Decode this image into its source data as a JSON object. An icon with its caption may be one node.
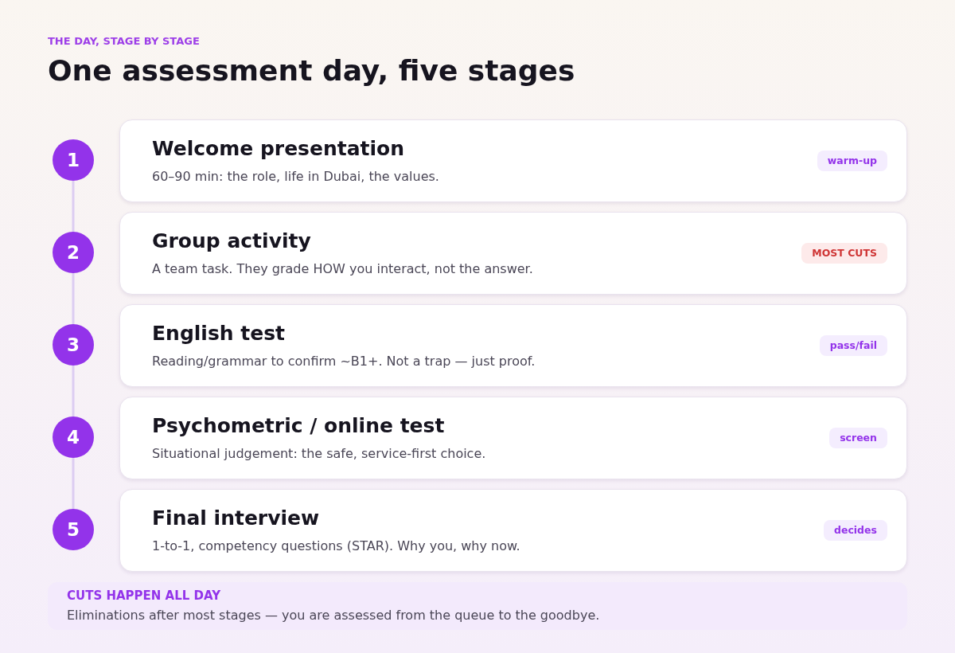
{
  "diagram": {
    "title": "One assessment day, five stages",
    "labels": [
      "THE DAY, STAGE BY STAGE"
    ],
    "nodes": [
      {
        "text": [
          "1"
        ]
      },
      {
        "text": [
          "Welcome presentation",
          "60–90 min: the role, life in Dubai, the values."
        ]
      },
      {
        "text": [
          "warm-up"
        ],
        "in": 1
      },
      {
        "text": [
          "2"
        ]
      },
      {
        "text": [
          "Group activity",
          "A team task. They grade HOW you interact, not the answer."
        ]
      },
      {
        "text": [
          "MOST CUTS"
        ],
        "in": 4
      },
      {
        "text": [
          "3"
        ]
      },
      {
        "text": [
          "English test",
          "Reading/grammar to confirm ~B1+. Not a trap — just proof."
        ]
      },
      {
        "text": [
          "pass/fail"
        ],
        "in": 7
      },
      {
        "text": [
          "4"
        ]
      },
      {
        "text": [
          "Psychometric / online test",
          "Situational judgement: the safe, service-first choice."
        ]
      },
      {
        "text": [
          "screen"
        ],
        "in": 10
      },
      {
        "text": [
          "5"
        ]
      },
      {
        "text": [
          "Final interview",
          "1-to-1, competency questions (STAR). Why you, why now."
        ]
      },
      {
        "text": [
          "decides"
        ],
        "in": 13
      },
      {
        "text": [
          "CUTS HAPPEN ALL DAY",
          "Eliminations after most stages — you are assessed from the queue to the goodbye."
        ]
      }
    ],
    "edges": [
      {
        "from": 0,
        "to": 3,
        "arrow": "none"
      },
      {
        "from": 3,
        "to": 6,
        "arrow": "none"
      },
      {
        "from": 6,
        "to": 9,
        "arrow": "none"
      },
      {
        "from": 9,
        "to": 12,
        "arrow": "none"
      }
    ]
  }
}
